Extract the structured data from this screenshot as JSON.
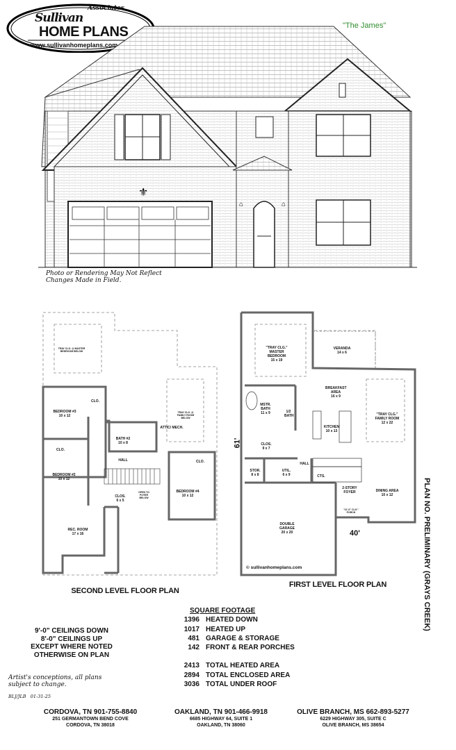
{
  "logo": {
    "associates": "Associates",
    "script": "Sullivan",
    "name": "HOME PLANS",
    "url": "www.sullivanhomeplans.com"
  },
  "plan_name": "\"The James\"",
  "plan_name_color": "#2e8b2e",
  "rendering_note": [
    "Photo or Rendering May Not Reflect",
    "Changes Made in Field."
  ],
  "second_floor": {
    "title": "SECOND LEVEL FLOOR PLAN",
    "rooms": [
      {
        "name": "TRAY CLG. @ MASTER BEDROOM BELOW",
        "dim": ""
      },
      {
        "name": "BEDROOM #3",
        "dim": "10 x 12"
      },
      {
        "name": "CLO.",
        "dim": ""
      },
      {
        "name": "BATH #2",
        "dim": "10 x 8"
      },
      {
        "name": "ATTIC/ MECH.",
        "dim": ""
      },
      {
        "name": "TRAY CLG. @ FAMILY ROOM BELOW",
        "dim": ""
      },
      {
        "name": "CLO.",
        "dim": ""
      },
      {
        "name": "HALL",
        "dim": ""
      },
      {
        "name": "CLO.",
        "dim": ""
      },
      {
        "name": "BEDROOM #2",
        "dim": "10 x 12"
      },
      {
        "name": "CLOS.",
        "dim": "6 x 5"
      },
      {
        "name": "OPEN TO FOYER BELOW",
        "dim": ""
      },
      {
        "name": "BEDROOM #4",
        "dim": "10 x 12"
      },
      {
        "name": "REC. ROOM",
        "dim": "17 x 16"
      }
    ]
  },
  "first_floor": {
    "title": "FIRST LEVEL FLOOR PLAN",
    "rooms": [
      {
        "name": "\"TRAY CLG.\" MASTER BEDROOM",
        "dim": "15 x 19"
      },
      {
        "name": "VERANDA",
        "dim": "14 x 6"
      },
      {
        "name": "BREAKFAST AREA",
        "dim": "16 x 9"
      },
      {
        "name": "MSTR. BATH",
        "dim": "11 x 9"
      },
      {
        "name": "1/2 BATH",
        "dim": ""
      },
      {
        "name": "KITCHEN",
        "dim": "10 x 13"
      },
      {
        "name": "\"TRAY CLG.\" FAMILY ROOM",
        "dim": "12 x 22"
      },
      {
        "name": "CLOS.",
        "dim": "9 x 7"
      },
      {
        "name": "HALL",
        "dim": ""
      },
      {
        "name": "STOR.",
        "dim": "8 x 8"
      },
      {
        "name": "UTIL.",
        "dim": "6 x 9"
      },
      {
        "name": "CTS.",
        "dim": ""
      },
      {
        "name": "2-STORY FOYER",
        "dim": ""
      },
      {
        "name": "DINING AREA",
        "dim": "10 x 12"
      },
      {
        "name": "\"11'-0\" CLG.\" PORCH",
        "dim": ""
      },
      {
        "name": "DOUBLE GARAGE",
        "dim": "20 x 20"
      }
    ],
    "width_dim": "40'",
    "depth_dim": "61'",
    "copyright": "© sullivanhomeplans.com"
  },
  "plan_number": "PLAN NO. PRELIMINARY (GRAYS CREEK)",
  "ceilings": [
    "9'-0\" CEILINGS DOWN",
    "8'-0\" CEILINGS UP",
    "EXCEPT WHERE NOTED",
    "OTHERWISE ON PLAN"
  ],
  "square_footage": {
    "title": "SQUARE FOOTAGE",
    "rows": [
      {
        "value": "1396",
        "label": "HEATED DOWN"
      },
      {
        "value": "1017",
        "label": "HEATED UP"
      },
      {
        "value": "481",
        "label": "GARAGE & STORAGE"
      },
      {
        "value": "142",
        "label": "FRONT & REAR PORCHES"
      }
    ],
    "totals": [
      {
        "value": "2413",
        "label": "TOTAL HEATED AREA"
      },
      {
        "value": "2894",
        "label": "TOTAL ENCLOSED AREA"
      },
      {
        "value": "3036",
        "label": "TOTAL UNDER ROOF"
      }
    ]
  },
  "disclaimer": [
    "Artist's conceptions, all plans",
    "subject to change."
  ],
  "revision": "BLJ/JLB   01-31-25",
  "offices": [
    {
      "city": "CORDOVA, TN   901-755-8840",
      "addr1": "251 GERMANTOWN BEND COVE",
      "addr2": "CORDOVA, TN 38018"
    },
    {
      "city": "OAKLAND, TN   901-466-9918",
      "addr1": "6685 HIGHWAY 64, SUITE 1",
      "addr2": "OAKLAND, TN 38060"
    },
    {
      "city": "OLIVE BRANCH, MS   662-893-5277",
      "addr1": "6229 HIGHWAY 305, SUITE C",
      "addr2": "OLIVE BRANCH, MS 38654"
    }
  ]
}
